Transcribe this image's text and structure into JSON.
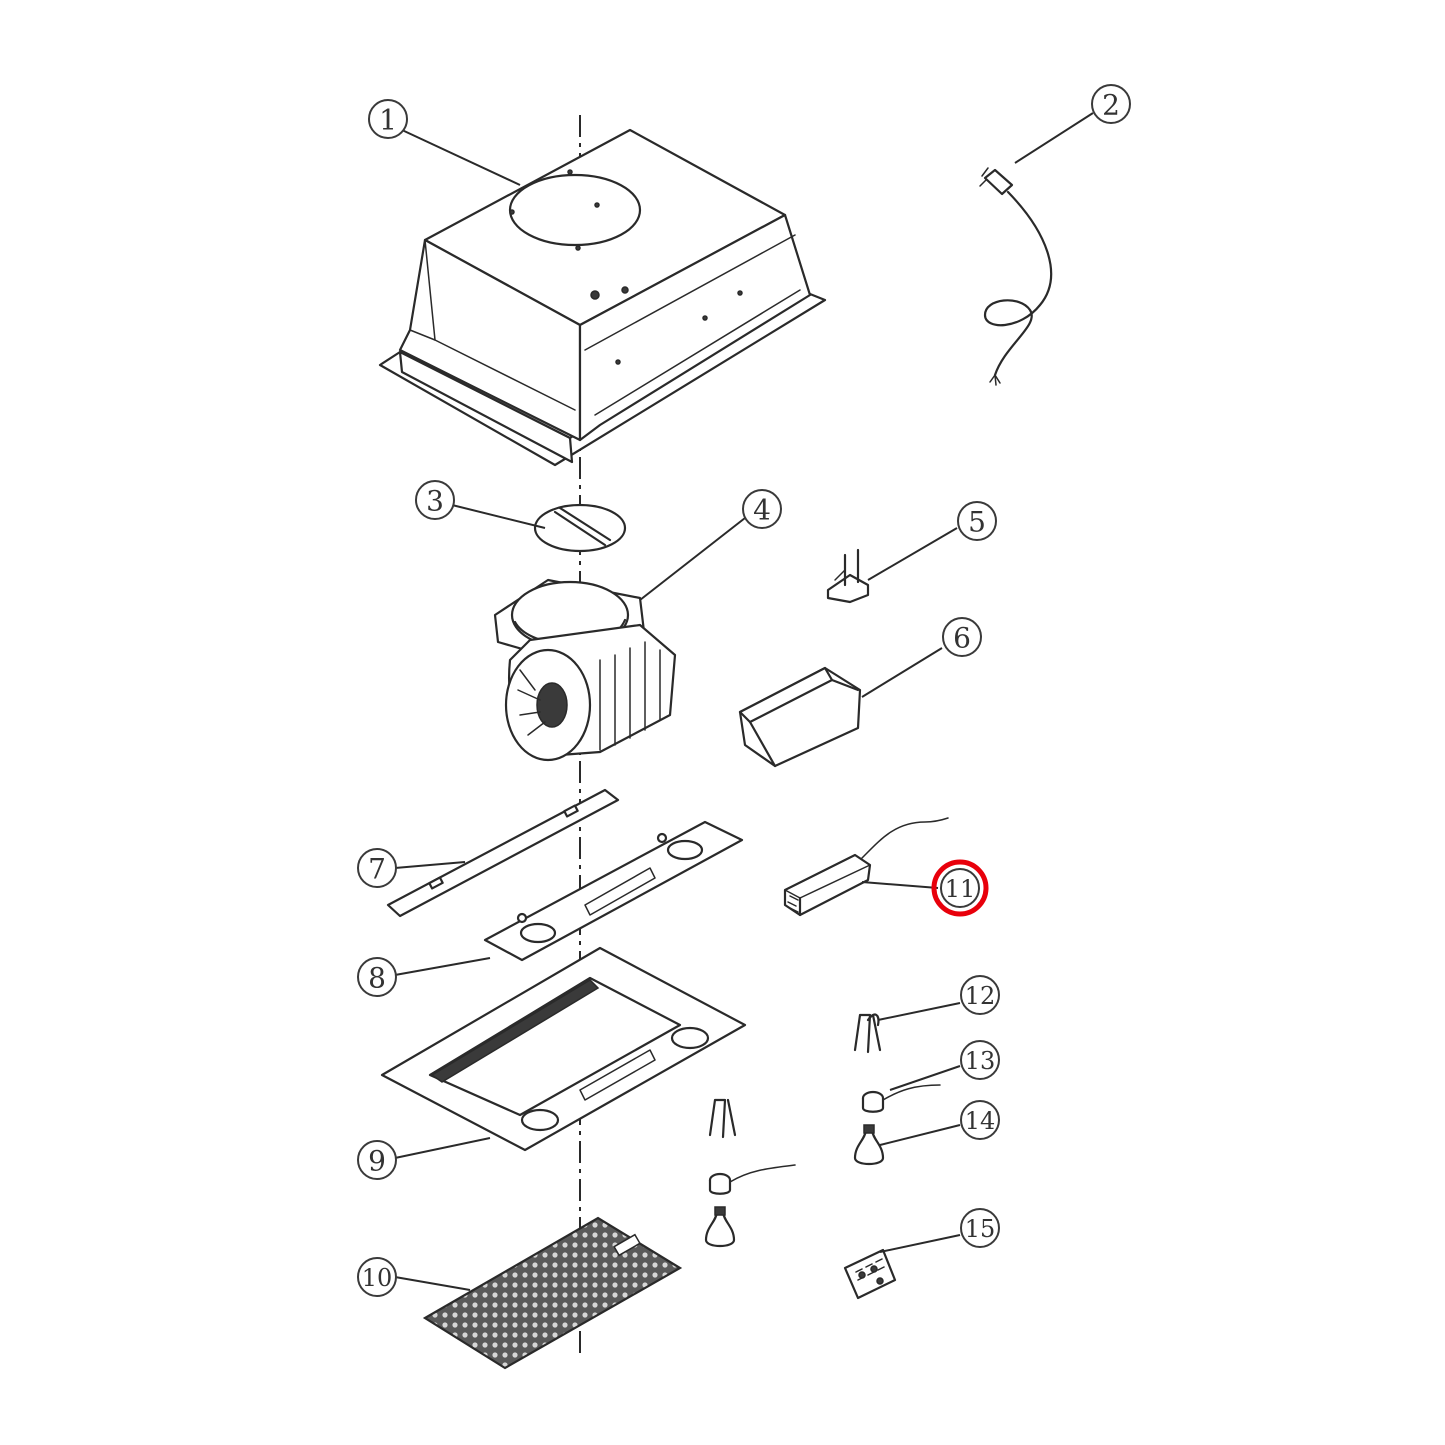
{
  "callouts": [
    {
      "id": "1",
      "label": "1"
    },
    {
      "id": "2",
      "label": "2"
    },
    {
      "id": "3",
      "label": "3"
    },
    {
      "id": "4",
      "label": "4"
    },
    {
      "id": "5",
      "label": "5"
    },
    {
      "id": "6",
      "label": "6"
    },
    {
      "id": "7",
      "label": "7"
    },
    {
      "id": "8",
      "label": "8"
    },
    {
      "id": "9",
      "label": "9"
    },
    {
      "id": "10",
      "label": "10"
    },
    {
      "id": "11",
      "label": "11"
    },
    {
      "id": "12",
      "label": "12"
    },
    {
      "id": "13",
      "label": "13"
    },
    {
      "id": "14",
      "label": "14"
    },
    {
      "id": "15",
      "label": "15"
    }
  ],
  "highlighted_part": "11",
  "colors": {
    "line": "#2a2a2a",
    "highlight": "#e8000b"
  }
}
